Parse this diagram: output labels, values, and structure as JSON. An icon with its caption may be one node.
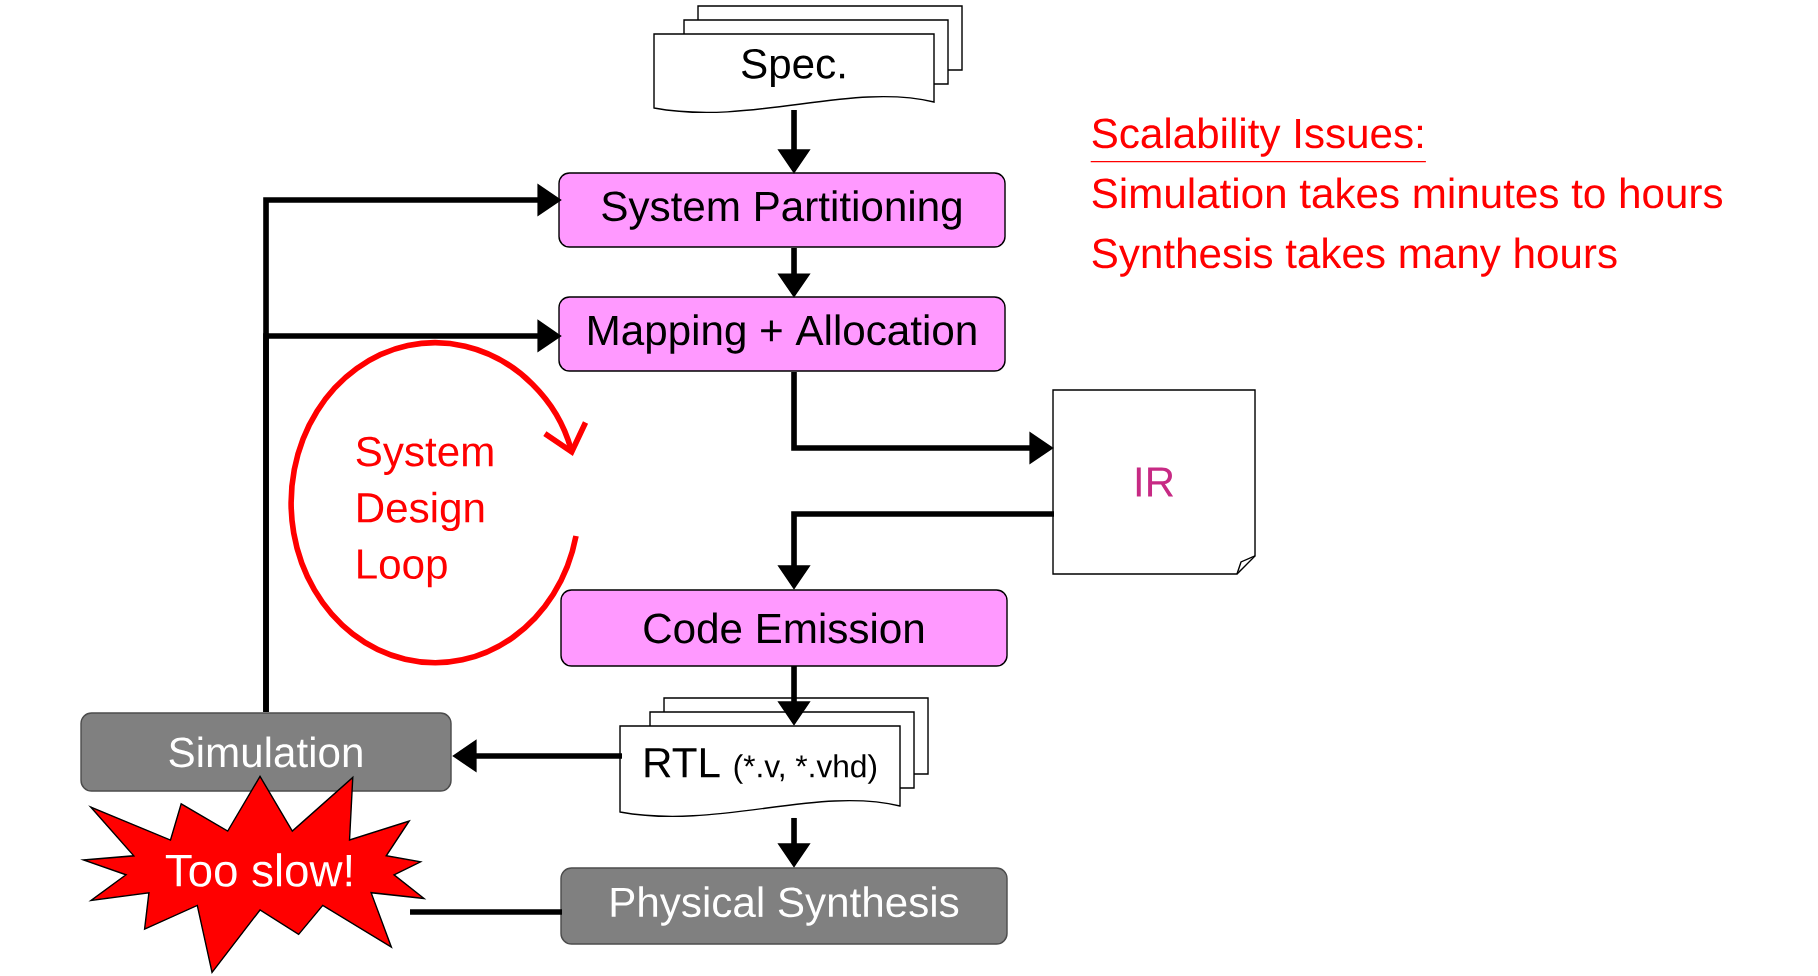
{
  "diagram": {
    "nodes": [
      {
        "text": [
          "Spec."
        ]
      },
      {
        "text": [
          "System Partitioning"
        ]
      },
      {
        "text": [
          "Mapping + Allocation"
        ]
      },
      {
        "text": [
          "IR"
        ]
      },
      {
        "text": [
          "Code Emission"
        ]
      },
      {
        "text": [
          "RTL",
          "(*.v, *.vhd)"
        ]
      },
      {
        "text": [
          "Simulation"
        ]
      },
      {
        "text": [
          "Physical Synthesis"
        ]
      },
      {
        "text": [
          "Too slow!"
        ]
      }
    ],
    "edges": [
      {
        "from": 0,
        "to": 1,
        "arrow": "to"
      },
      {
        "from": 1,
        "to": 2,
        "arrow": "to"
      },
      {
        "from": 2,
        "to": 3,
        "arrow": "to"
      },
      {
        "from": 3,
        "to": 4,
        "arrow": "to"
      },
      {
        "from": 4,
        "to": 5,
        "arrow": "to"
      },
      {
        "from": 5,
        "to": 6,
        "arrow": "to"
      },
      {
        "from": 5,
        "to": 7,
        "arrow": "to"
      },
      {
        "from": 6,
        "to": 1,
        "arrow": "to"
      },
      {
        "from": 6,
        "to": 2,
        "arrow": "to"
      },
      {
        "from": 7,
        "to": 8,
        "arrow": "none"
      }
    ],
    "labels": [
      "Scalability Issues:",
      "Simulation takes minutes to hours",
      "Synthesis takes many hours",
      "System Design Loop"
    ]
  }
}
